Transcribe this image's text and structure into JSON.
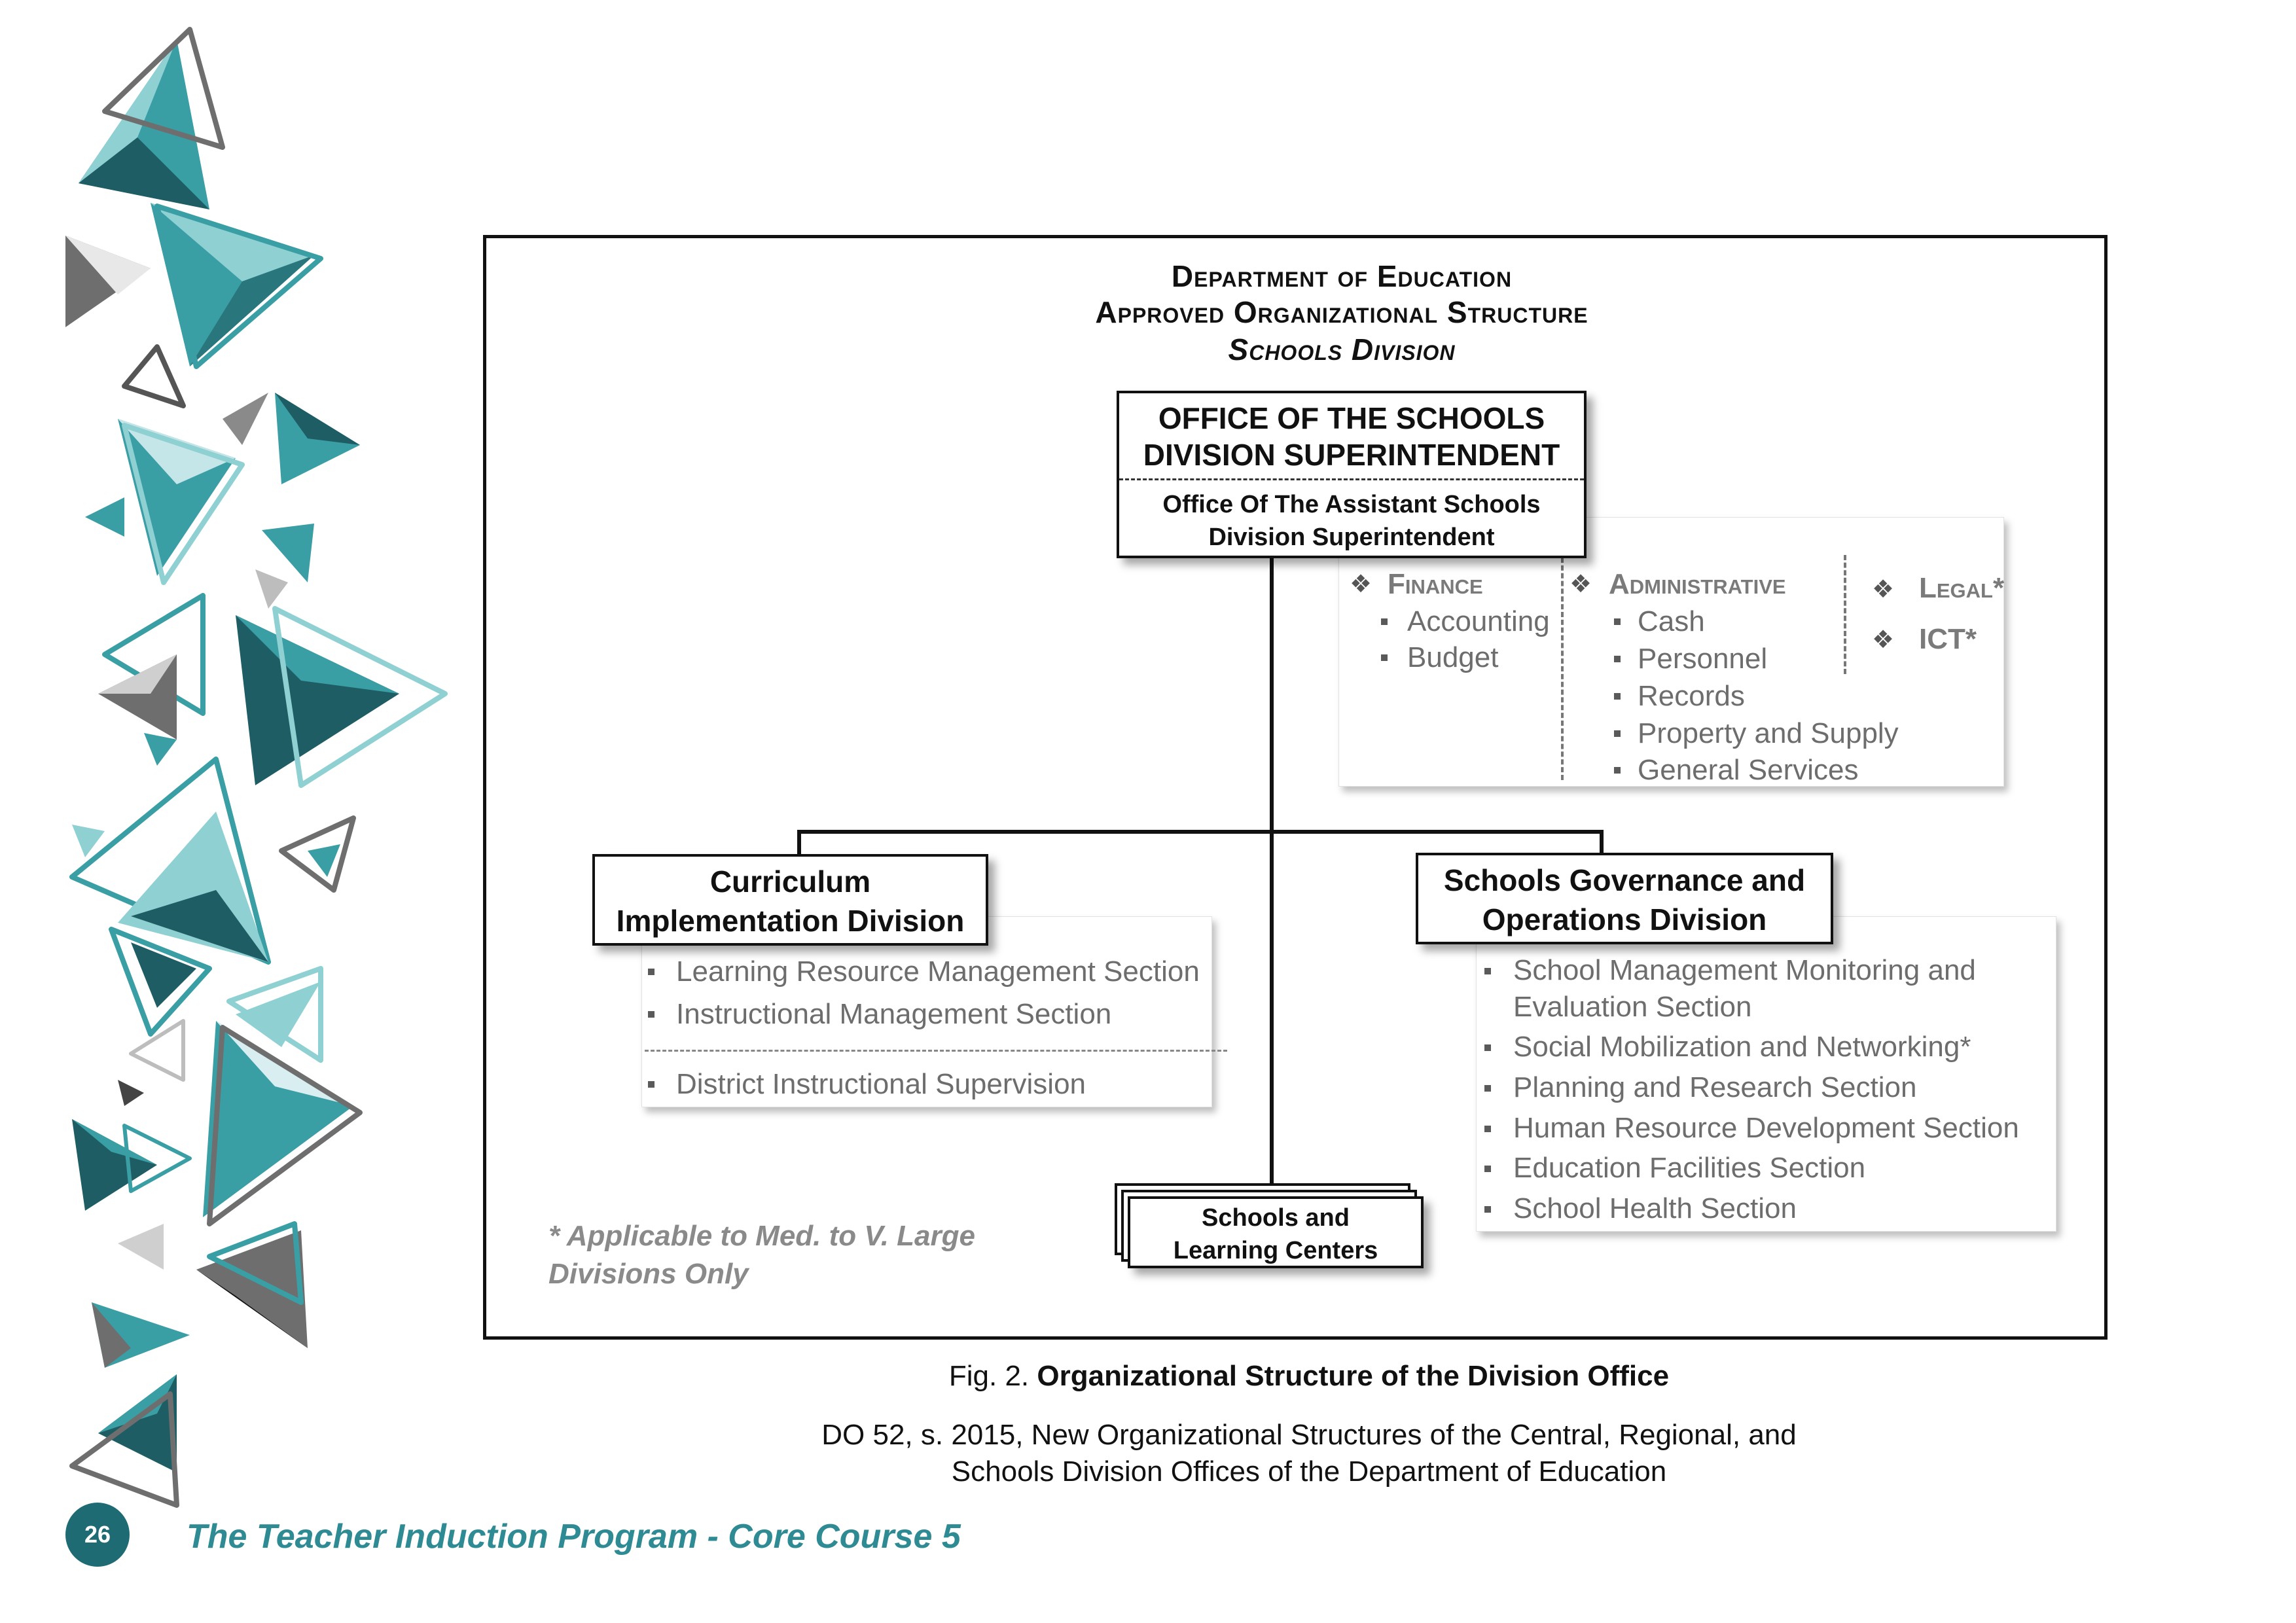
{
  "header": {
    "line1": "Department of Education",
    "line2": "Approved Organizational Structure",
    "line3": "Schools Division"
  },
  "sds_box": {
    "title_line1": "OFFICE OF THE SCHOOLS",
    "title_line2": "DIVISION SUPERINTENDENT",
    "sub_line1": "Office Of The Assistant Schools",
    "sub_line2": "Division Superintendent"
  },
  "support_units": {
    "finance": {
      "title": "Finance",
      "items": [
        "Accounting",
        "Budget"
      ]
    },
    "administrative": {
      "title": "Administrative",
      "items": [
        "Cash",
        "Personnel",
        "Records",
        "Property and Supply",
        "General Services"
      ]
    },
    "legal": "Legal*",
    "ict": "ICT*"
  },
  "cid": {
    "title_line1": "Curriculum",
    "title_line2": "Implementation Division",
    "items": [
      "Learning Resource  Management Section",
      "Instructional Management Section"
    ],
    "after_divider": "District Instructional  Supervision"
  },
  "sgod": {
    "title_line1": "Schools Governance and",
    "title_line2": "Operations Division",
    "items": [
      "School Management Monitoring and",
      "Evaluation Section",
      "Social Mobilization and Networking*",
      "Planning and  Research Section",
      "Human Resource Development Section",
      "Education Facilities Section",
      "School Health Section"
    ]
  },
  "schools_box": {
    "line1": "Schools and",
    "line2": "Learning Centers"
  },
  "footnote": {
    "line1": "* Applicable to Med. to V. Large",
    "line2": "Divisions Only"
  },
  "figure_caption": {
    "prefix": "Fig. 2.",
    "title": "Organizational Structure of the Division Office",
    "source_line1": "DO 52, s. 2015, New Organizational Structures of the Central, Regional, and",
    "source_line2": "Schools Division Offices of the Department of Education"
  },
  "footer": {
    "page_number": "26",
    "title": "The Teacher Induction Program - Core Course 5"
  },
  "colors": {
    "teal_dark": "#1e5d63",
    "teal": "#3a9ea5",
    "teal_light": "#8fd0d3",
    "gray": "#6e6e6e"
  }
}
